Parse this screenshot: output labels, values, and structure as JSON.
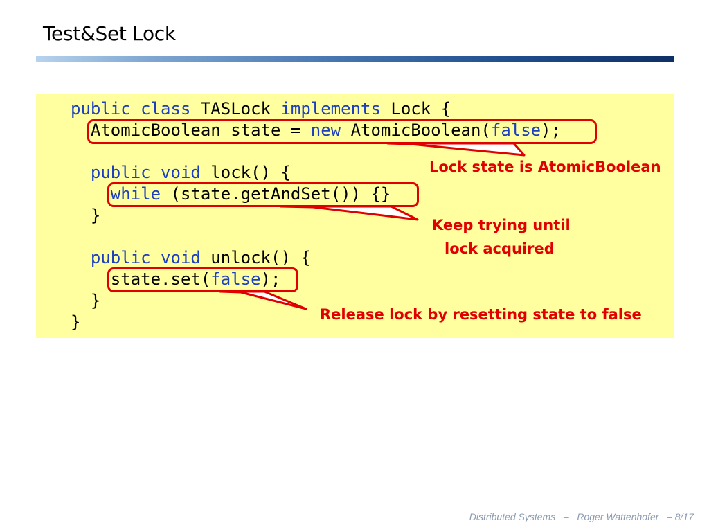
{
  "slide": {
    "title": "Test&Set Lock"
  },
  "code": {
    "lines": [
      [
        {
          "t": "public class ",
          "kw": true
        },
        {
          "t": "TASLock ",
          "kw": false
        },
        {
          "t": "implements ",
          "kw": true
        },
        {
          "t": "Lock {",
          "kw": false
        }
      ],
      [
        {
          "t": "  AtomicBoolean state = ",
          "kw": false
        },
        {
          "t": "new ",
          "kw": true
        },
        {
          "t": "AtomicBoolean(",
          "kw": false
        },
        {
          "t": "false",
          "kw": true
        },
        {
          "t": ");",
          "kw": false
        }
      ],
      [],
      [
        {
          "t": "  public void ",
          "kw": true
        },
        {
          "t": "lock() {",
          "kw": false
        }
      ],
      [
        {
          "t": "    ",
          "kw": false
        },
        {
          "t": "while ",
          "kw": true
        },
        {
          "t": "(state.getAndSet()) {}",
          "kw": false
        }
      ],
      [
        {
          "t": "  }",
          "kw": false
        }
      ],
      [],
      [
        {
          "t": "  public void ",
          "kw": true
        },
        {
          "t": "unlock() {",
          "kw": false
        }
      ],
      [
        {
          "t": "    state.set(",
          "kw": false
        },
        {
          "t": "false",
          "kw": true
        },
        {
          "t": ");",
          "kw": false
        }
      ],
      [
        {
          "t": "  }",
          "kw": false
        }
      ],
      [
        {
          "t": "}",
          "kw": false
        }
      ]
    ]
  },
  "callouts": {
    "state": "Lock state is AtomicBoolean",
    "loop_line1": "Keep trying until",
    "loop_line2": "lock acquired",
    "release": "Release lock by resetting state to false"
  },
  "footer": {
    "course": "Distributed Systems",
    "separator": "–",
    "author": "Roger Wattenhofer",
    "page": "– 8/17"
  },
  "colors": {
    "code_background": "#ffffa0",
    "keyword": "#1b3fbf",
    "callout": "#e00000"
  }
}
